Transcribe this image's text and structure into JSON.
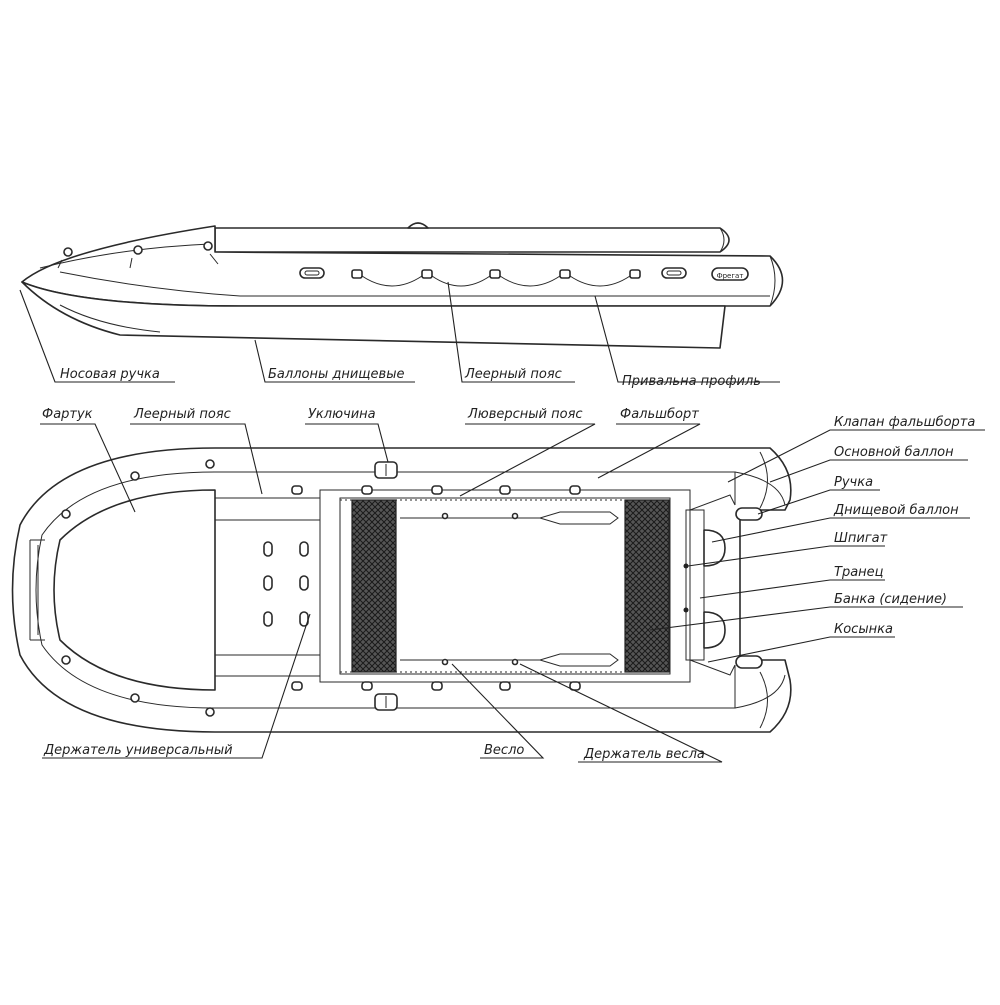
{
  "labels": {
    "side_view": [
      "Носовая ручка",
      "Баллоны днищевые",
      "Леерный пояс",
      "Привальна профиль"
    ],
    "top_view_top": [
      "Фартук",
      "Леерный пояс",
      "Уключина",
      "Люверсный пояс",
      "Фальшборт"
    ],
    "top_view_right": [
      "Клапан фальшборта",
      "Основной баллон",
      "Ручка",
      "Днищевой баллон",
      "Шпигат",
      "Транец",
      "Банка (сидение)",
      "Косынка"
    ],
    "top_view_bottom": [
      "Держатель универсальный",
      "Весло",
      "Держатель весла"
    ]
  }
}
